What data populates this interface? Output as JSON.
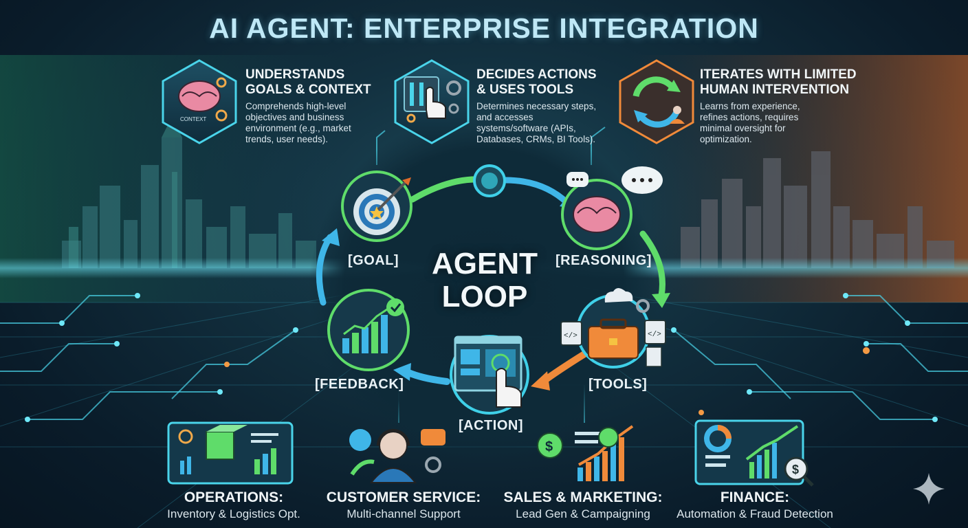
{
  "title": "AI AGENT: ENTERPRISE INTEGRATION",
  "features": [
    {
      "heading_line1": "UNDERSTANDS",
      "heading_line2": "GOALS & CONTEXT",
      "description": "Comprehends high-level objectives and business environment (e.g., market trends, user needs).",
      "icon": "brain-context-icon",
      "icon_label": "CONTEXT"
    },
    {
      "heading_line1": "DECIDES ACTIONS",
      "heading_line2": "& USES TOOLS",
      "description": "Determines necessary steps, and accesses systems/software (APIs, Databases, CRMs, BI Tools).",
      "icon": "control-panel-hand-icon"
    },
    {
      "heading_line1": "ITERATES WITH LIMITED",
      "heading_line2": "HUMAN INTERVENTION",
      "description": "Learns from experience, refines actions, requires minimal oversight for optimization.",
      "icon": "refresh-cycle-user-icon"
    }
  ],
  "loop": {
    "center_line1": "AGENT",
    "center_line2": "LOOP",
    "nodes": [
      {
        "label": "[GOAL]",
        "icon": "target-arrow-icon"
      },
      {
        "label": "[REASONING]",
        "icon": "brain-thought-icon"
      },
      {
        "label": "[TOOLS]",
        "icon": "toolbox-code-icon"
      },
      {
        "label": "[ACTION]",
        "icon": "screen-click-hand-icon"
      },
      {
        "label": "[FEEDBACK]",
        "icon": "bar-chart-check-icon"
      }
    ]
  },
  "departments": [
    {
      "heading": "OPERATIONS:",
      "subtitle": "Inventory & Logistics Opt.",
      "icon": "package-charts-icon"
    },
    {
      "heading": "CUSTOMER SERVICE:",
      "subtitle": "Multi-channel Support",
      "icon": "headset-agent-icon"
    },
    {
      "heading": "SALES & MARKETING:",
      "subtitle": "Lead Gen & Campaigning",
      "icon": "growth-chart-dollar-icon"
    },
    {
      "heading": "FINANCE:",
      "subtitle": "Automation & Fraud Detection",
      "icon": "dashboard-magnifier-icon"
    }
  ],
  "colors": {
    "accent_cyan": "#3fd0e8",
    "accent_green": "#5fdc6a",
    "accent_orange": "#f08a3a",
    "dark_bg": "#0b1f2e"
  }
}
